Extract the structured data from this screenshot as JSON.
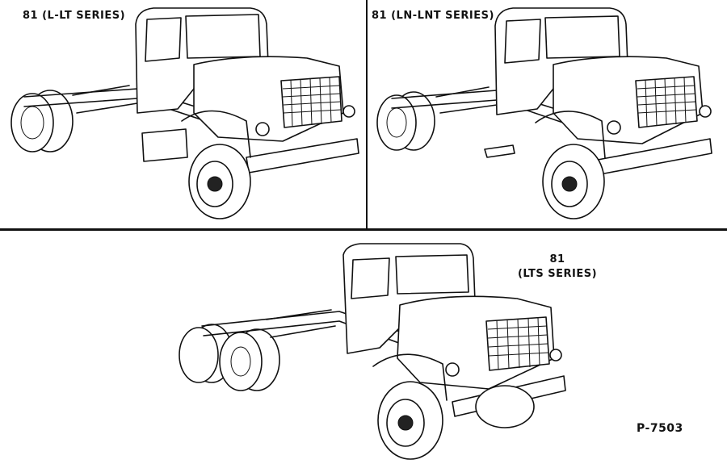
{
  "figure": {
    "panels": [
      {
        "caption": "81 (L-LT SERIES)"
      },
      {
        "caption": "81 (LN-LNT SERIES)"
      },
      {
        "caption_line1": "81",
        "caption_line2": "(LTS SERIES)"
      }
    ],
    "figure_number": "P-7503"
  }
}
